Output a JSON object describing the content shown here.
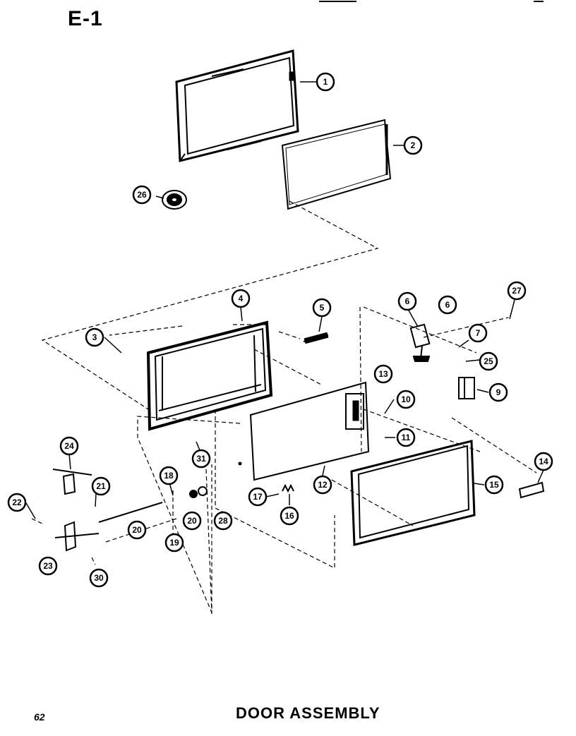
{
  "page_label": "E-1",
  "page_number": "62",
  "assembly_title": "DOOR ASSEMBLY",
  "callouts": [
    {
      "id": "c1",
      "label": "1"
    },
    {
      "id": "c2",
      "label": "2"
    },
    {
      "id": "c26",
      "label": "26"
    },
    {
      "id": "c4",
      "label": "4"
    },
    {
      "id": "c3",
      "label": "3"
    },
    {
      "id": "c5",
      "label": "5"
    },
    {
      "id": "c6a",
      "label": "6"
    },
    {
      "id": "c6b",
      "label": "6"
    },
    {
      "id": "c27",
      "label": "27"
    },
    {
      "id": "c7",
      "label": "7"
    },
    {
      "id": "c25",
      "label": "25"
    },
    {
      "id": "c9",
      "label": "9"
    },
    {
      "id": "c13",
      "label": "13"
    },
    {
      "id": "c10",
      "label": "10"
    },
    {
      "id": "c11",
      "label": "11"
    },
    {
      "id": "c31",
      "label": "31"
    },
    {
      "id": "c24",
      "label": "24"
    },
    {
      "id": "c21",
      "label": "21"
    },
    {
      "id": "c18",
      "label": "18"
    },
    {
      "id": "c22",
      "label": "22"
    },
    {
      "id": "c29",
      "label": "20"
    },
    {
      "id": "c20",
      "label": "20"
    },
    {
      "id": "c28",
      "label": "28"
    },
    {
      "id": "c19",
      "label": "19"
    },
    {
      "id": "c23",
      "label": "23"
    },
    {
      "id": "c30",
      "label": "30"
    },
    {
      "id": "c17",
      "label": "17"
    },
    {
      "id": "c16",
      "label": "16"
    },
    {
      "id": "c12",
      "label": "12"
    },
    {
      "id": "c15",
      "label": "15"
    },
    {
      "id": "c14",
      "label": "14"
    }
  ]
}
